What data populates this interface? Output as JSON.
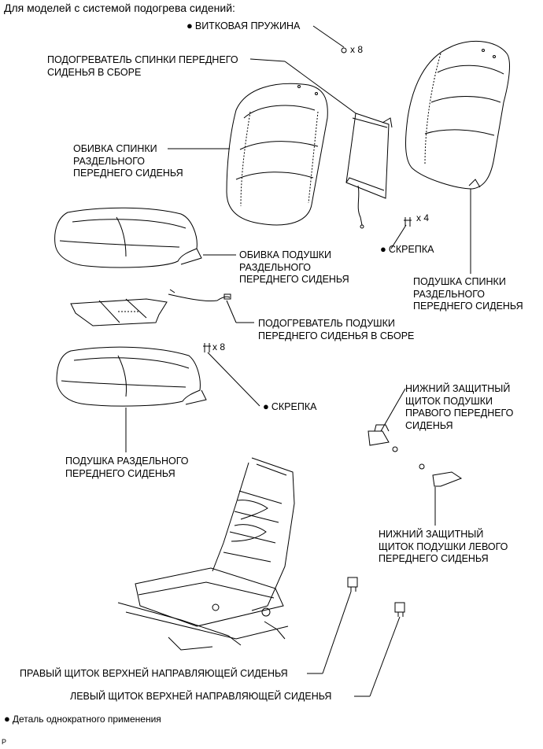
{
  "title": "Для моделей с системой подогрева сидений:",
  "labels": {
    "coil_spring": "ВИТКОВАЯ ПРУЖИНА",
    "back_heater": "ПОДОГРЕВАТЕЛЬ СПИНКИ ПЕРЕДНЕГО\nСИДЕНЬЯ В СБОРЕ",
    "back_cover": "ОБИВКА СПИНКИ\nРАЗДЕЛЬНОГО\nПЕРЕДНЕГО СИДЕНЬЯ",
    "clip_upper": "СКРЕПКА",
    "cushion_cover": "ОБИВКА ПОДУШКИ\nРАЗДЕЛЬНОГО\nПЕРЕДНЕГО СИДЕНЬЯ",
    "back_pad": "ПОДУШКА СПИНКИ\nРАЗДЕЛЬНОГО\nПЕРЕДНЕГО СИДЕНЬЯ",
    "cushion_heater": "ПОДОГРЕВАТЕЛЬ ПОДУШКИ\nПЕРЕДНЕГО СИДЕНЬЯ В СБОРЕ",
    "clip_lower": "СКРЕПКА",
    "right_shield": "НИЖНИЙ ЗАЩИТНЫЙ\nЩИТОК ПОДУШКИ\nПРАВОГО ПЕРЕДНЕГО\nСИДЕНЬЯ",
    "cushion_pad": "ПОДУШКА РАЗДЕЛЬНОГО\nПЕРЕДНЕГО СИДЕНЬЯ",
    "left_shield": "НИЖНИЙ ЗАЩИТНЫЙ\nЩИТОК ПОДУШКИ ЛЕВОГО\nПЕРЕДНЕГО СИДЕНЬЯ",
    "right_rail_cover": "ПРАВЫЙ ЩИТОК ВЕРХНЕЙ НАПРАВЛЯЮЩЕЙ СИДЕНЬЯ",
    "left_rail_cover": "ЛЕВЫЙ ЩИТОК ВЕРХНЕЙ НАПРАВЛЯЮЩЕЙ СИДЕНЬЯ"
  },
  "quantities": {
    "coil_spring": "x 8",
    "clip_upper": "x 4",
    "clip_lower": "x 8"
  },
  "legend": "Деталь однократного применения",
  "drawing_code": "P"
}
